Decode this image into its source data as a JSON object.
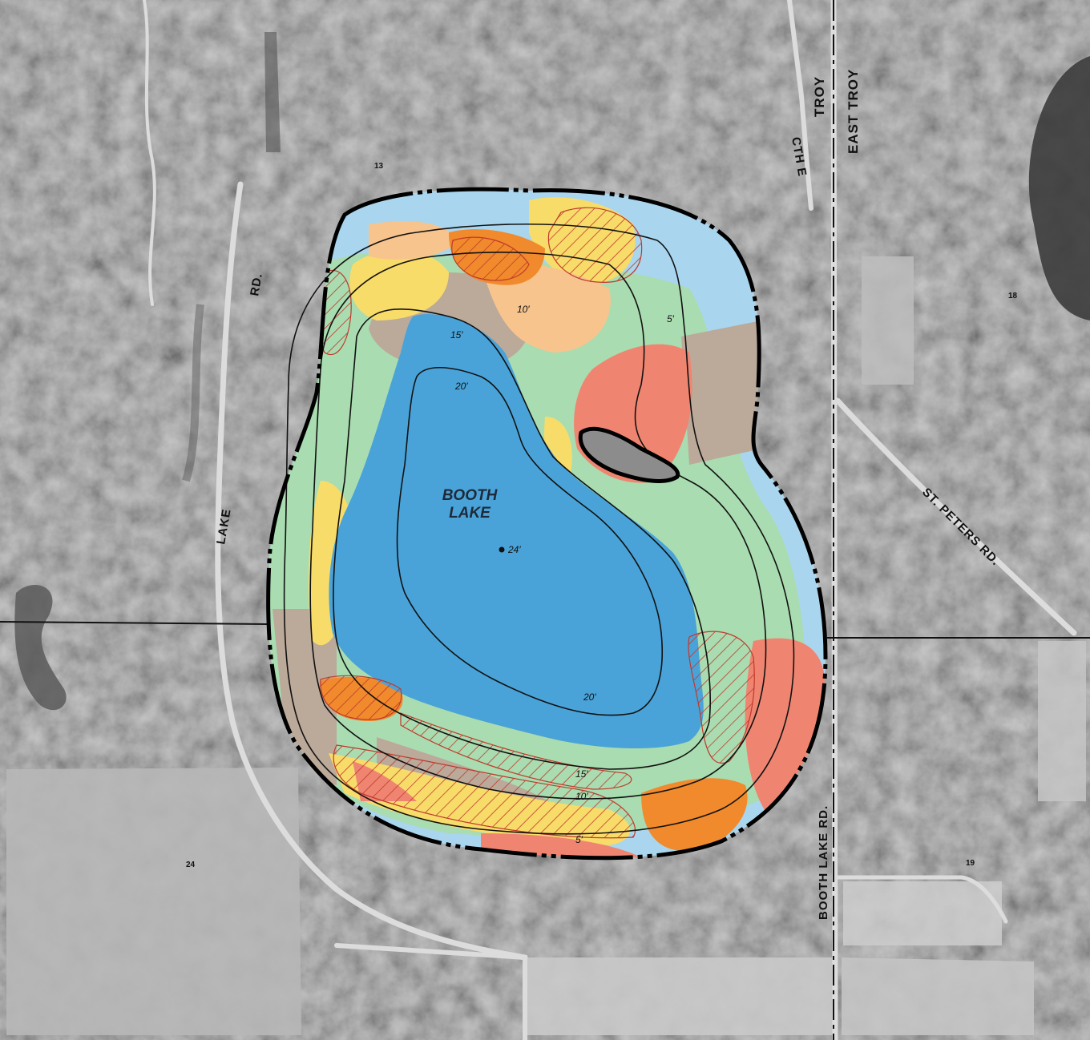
{
  "lake": {
    "name_line1": "BOOTH",
    "name_line2": "LAKE",
    "deepest_point": "24′"
  },
  "contours": {
    "c5": "5′",
    "c10": "10′",
    "c15": "15′",
    "c20": "20′"
  },
  "roads": {
    "lake_rd_1": "LAKE",
    "lake_rd_2": "RD.",
    "cth_e": "CTH E",
    "st_peters_rd": "ST. PETERS RD.",
    "booth_lake_rd": "BOOTH LAKE RD."
  },
  "towns": {
    "troy": "TROY",
    "east_troy": "EAST TROY"
  },
  "sections": {
    "s13": "13",
    "s18": "18",
    "s19": "19",
    "s24": "24"
  },
  "colors": {
    "deep_water": "#4aa3d8",
    "light_blue": "#a9d6ee",
    "green": "#a9dcb0",
    "gray_brown": "#bba99a",
    "yellow": "#f8dc6a",
    "peach": "#f7c48e",
    "orange": "#f08a2c",
    "salmon": "#ef8571",
    "hatch": "#c0392b",
    "shoreline": "#000000"
  }
}
